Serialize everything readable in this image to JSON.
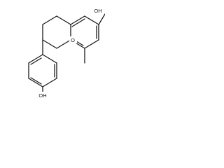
{
  "atoms": {
    "top_hydroxyl": "OH",
    "ring_oxygen": "O",
    "bottom_hydroxyl": "OH"
  }
}
